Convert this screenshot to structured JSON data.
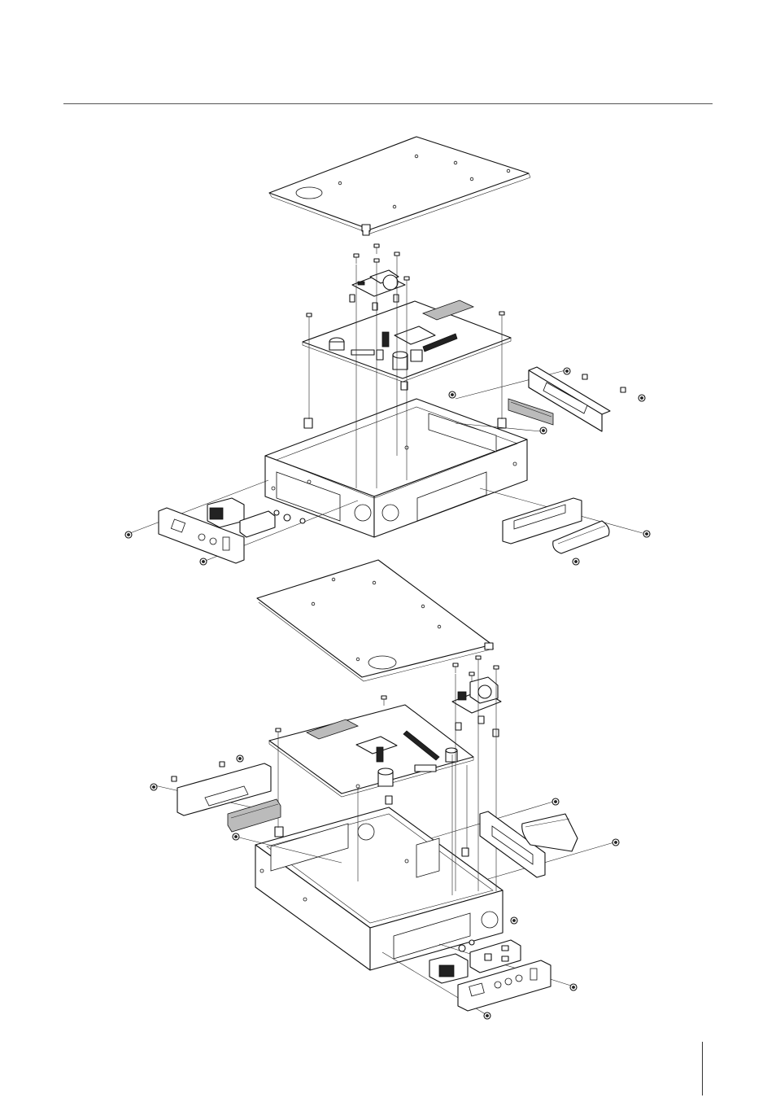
{
  "diagram": {
    "type": "exploded-assembly-drawing",
    "views": [
      "assembly-view-top",
      "assembly-view-bottom"
    ],
    "colors": {
      "line": "#111111",
      "fill": "#ffffff",
      "dark": "#222222",
      "shade": "#bbbbbb",
      "rule": "#555555"
    }
  }
}
